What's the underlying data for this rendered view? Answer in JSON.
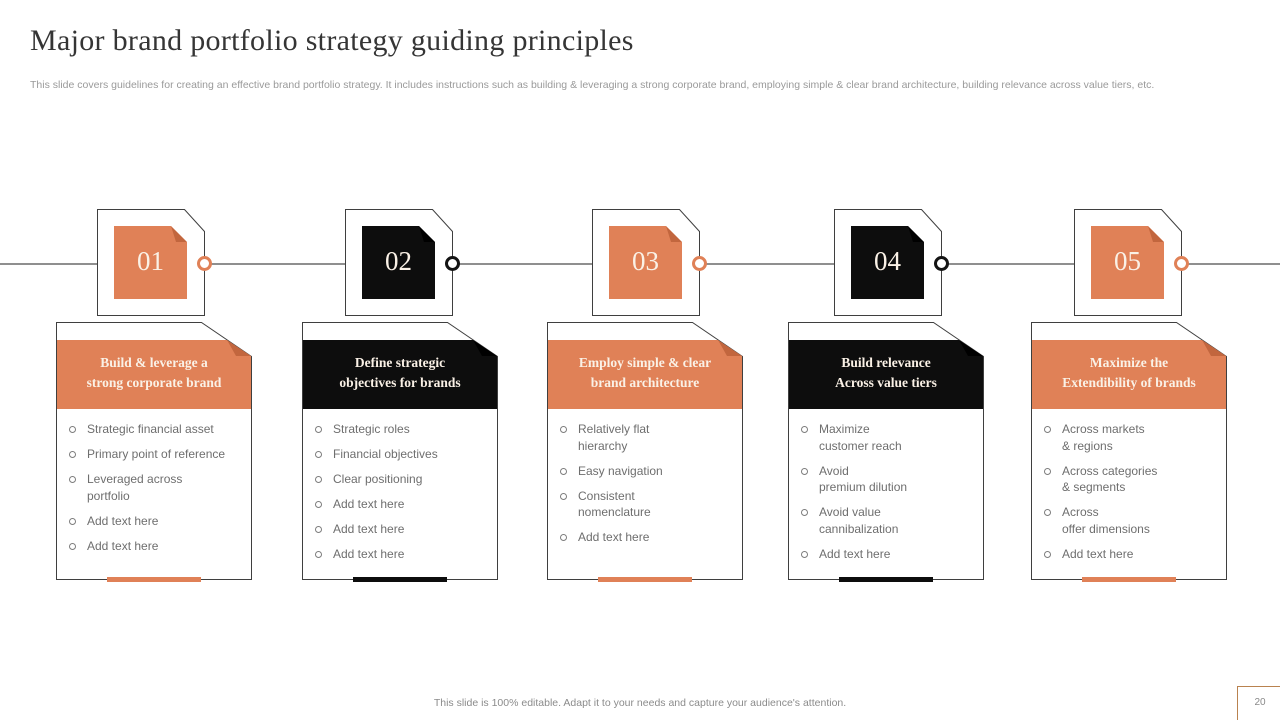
{
  "slide": {
    "title": "Major brand portfolio strategy guiding principles",
    "subtitle": "This slide covers guidelines for creating an effective brand portfolio strategy. It includes instructions such as building & leveraging a strong corporate brand, employing simple & clear brand architecture, building relevance across value tiers, etc.",
    "footer_note": "This slide is 100% editable. Adapt it to your needs and capture your audience's attention.",
    "page_number": "20"
  },
  "colors": {
    "accent_orange": "#E08157",
    "accent_orange_dark": "#C2663E",
    "accent_black": "#0D0D0D",
    "card_border": "#3F3F3F",
    "timeline_gray": "#8F8F8F",
    "body_text": "#6E6E6E",
    "subtitle_text": "#9A9A9A",
    "footer_text": "#8B8B8B",
    "header_text": "#FAF1E6",
    "page_box_border": "#B9824F"
  },
  "principles": [
    {
      "number": "01",
      "theme": "orange",
      "title": "Build & leverage a\nstrong corporate brand",
      "items": [
        "Strategic financial asset",
        "Primary point of reference",
        "Leveraged across\nportfolio",
        "Add text here",
        "Add text here"
      ]
    },
    {
      "number": "02",
      "theme": "black",
      "title": "Define strategic\nobjectives for brands",
      "items": [
        "Strategic roles",
        "Financial objectives",
        "Clear positioning",
        "Add text here",
        "Add text here",
        "Add text here"
      ]
    },
    {
      "number": "03",
      "theme": "orange",
      "title": "Employ simple & clear\nbrand architecture",
      "items": [
        "Relatively flat\nhierarchy",
        "Easy navigation",
        "Consistent\nnomenclature",
        "Add text here"
      ]
    },
    {
      "number": "04",
      "theme": "black",
      "title": "Build relevance\nAcross value tiers",
      "items": [
        "Maximize\ncustomer reach",
        "Avoid\npremium dilution",
        "Avoid value\ncannibalization",
        "Add text here"
      ]
    },
    {
      "number": "05",
      "theme": "orange",
      "title": "Maximize the\nExtendibility of brands",
      "items": [
        "Across markets\n& regions",
        "Across categories\n& segments",
        "Across\noffer dimensions",
        "Add text here"
      ]
    }
  ]
}
